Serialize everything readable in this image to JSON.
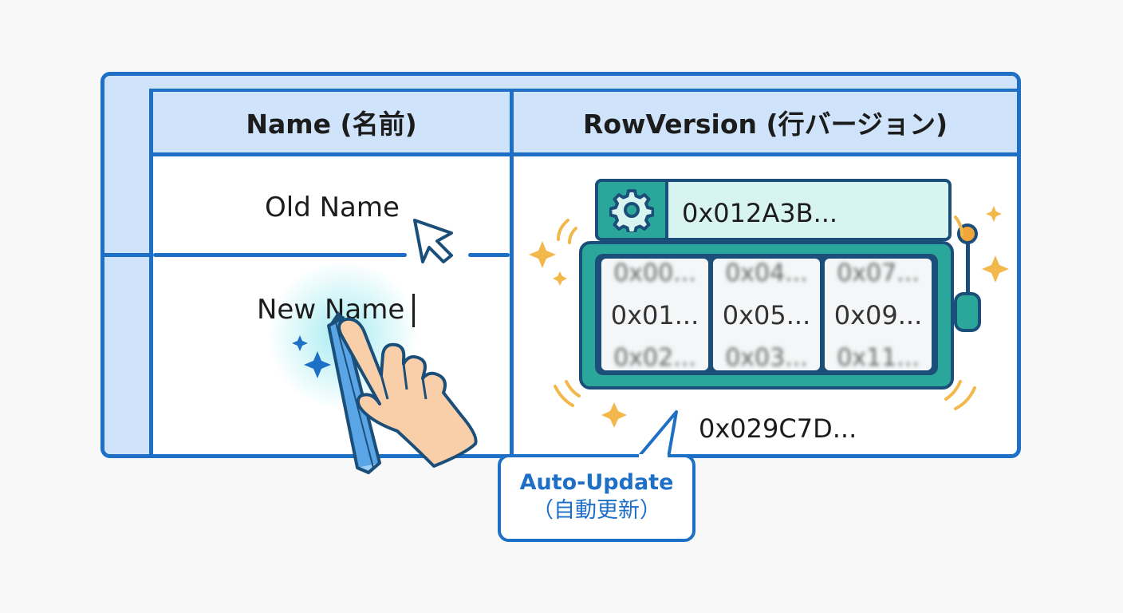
{
  "table": {
    "headers": [
      "Name (名前)",
      "RowVersion (行バージョン)"
    ],
    "rows": [
      {
        "name": "Old Name"
      },
      {
        "name": "New Name"
      }
    ]
  },
  "row_version": {
    "current": "0x012A3B...",
    "reels": [
      {
        "top": "0x00...",
        "middle": "0x01...",
        "bottom": "0x02..."
      },
      {
        "top": "0x04...",
        "middle": "0x05...",
        "bottom": "0x03..."
      },
      {
        "top": "0x07...",
        "middle": "0x09...",
        "bottom": "0x11..."
      }
    ],
    "next": "0x029C7D..."
  },
  "callout": {
    "line1": "Auto-Update",
    "line2": "（自動更新）"
  },
  "colors": {
    "table_blue": "#1e6fc6",
    "header_fill": "#cfe3fa",
    "slot_teal": "#2aa79a",
    "slot_outline": "#1b4f7a",
    "sparkle": "#f2b84b",
    "hand": "#f9cfaa"
  },
  "icons": [
    "gear-icon",
    "mouse-cursor-icon",
    "pencil-icon",
    "pointing-hand-icon",
    "sparkle-icon",
    "lever-icon"
  ]
}
